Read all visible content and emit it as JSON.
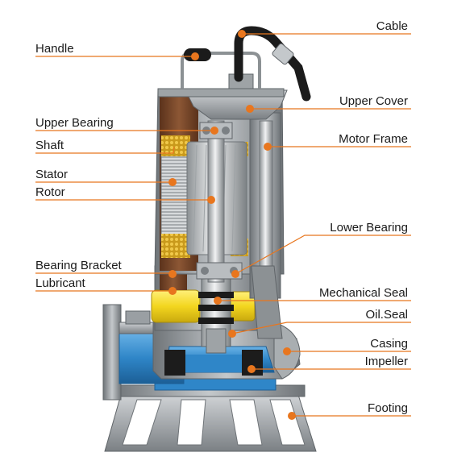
{
  "diagram": {
    "colors": {
      "leader": "#e8761e",
      "dot": "#e8761e",
      "casing_metal": "#8f9599",
      "pipe_blue": "#2f86c8",
      "lubricant_yellow": "#f3d61f",
      "motor_brown": "#7a4a2c",
      "cable": "#1b1b1b"
    },
    "labels": {
      "handle": "Handle",
      "upper_bearing": "Upper Bearing",
      "shaft": "Shaft",
      "stator": "Stator",
      "rotor": "Rotor",
      "bearing_bracket": "Bearing Bracket",
      "lubricant": "Lubricant",
      "cable": "Cable",
      "upper_cover": "Upper Cover",
      "motor_frame": "Motor Frame",
      "lower_bearing": "Lower Bearing",
      "mechanical_seal": "Mechanical Seal",
      "oil_seal": "Oil.Seal",
      "casing": "Casing",
      "impeller": "Impeller",
      "footing": "Footing"
    }
  }
}
